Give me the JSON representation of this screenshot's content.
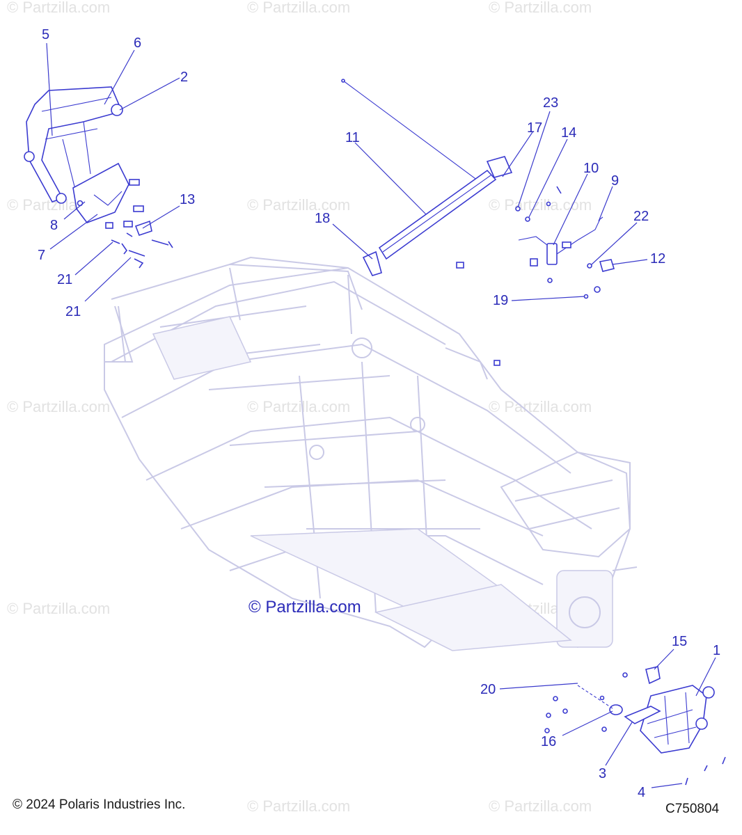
{
  "watermark_text": "© Partzilla.com",
  "center_watermark": "© Partzilla.com",
  "copyright": "© 2024 Polaris Industries Inc.",
  "diagram_code": "C750804",
  "callouts": [
    "5",
    "6",
    "2",
    "13",
    "8",
    "7",
    "21",
    "21",
    "11",
    "17",
    "23",
    "14",
    "10",
    "9",
    "18",
    "22",
    "12",
    "19",
    "15",
    "1",
    "20",
    "16",
    "3",
    "4"
  ],
  "colors": {
    "callout": "#2b2bb8",
    "part_line": "#3a3ad0",
    "frame_line": "#c9c9e6",
    "watermark": "#e2e2e2"
  }
}
